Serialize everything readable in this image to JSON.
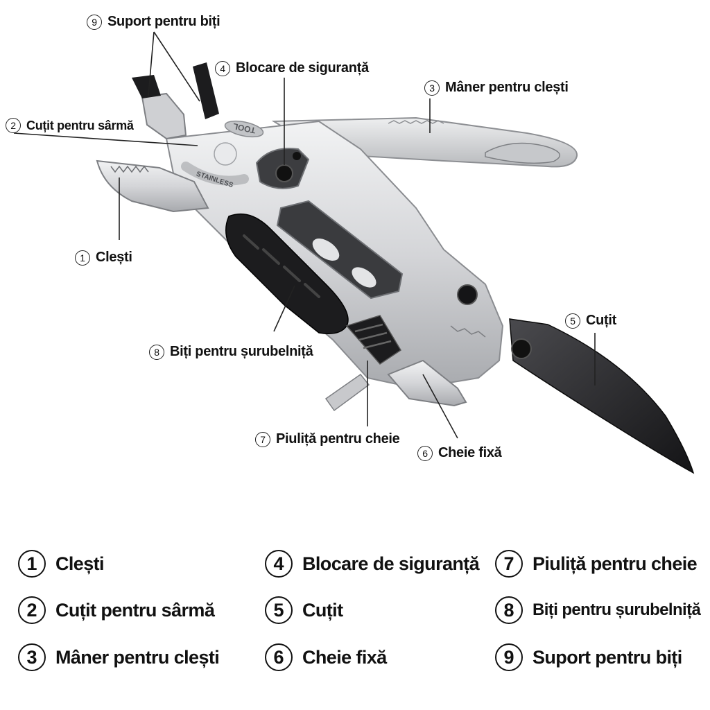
{
  "parts": [
    {
      "n": "1",
      "label": "Clești"
    },
    {
      "n": "2",
      "label": "Cuțit pentru sârmă"
    },
    {
      "n": "3",
      "label": "Mâner pentru clești"
    },
    {
      "n": "4",
      "label": "Blocare de siguranță"
    },
    {
      "n": "5",
      "label": "Cuțit"
    },
    {
      "n": "6",
      "label": "Cheie fixă"
    },
    {
      "n": "7",
      "label": "Piuliță pentru cheie"
    },
    {
      "n": "8",
      "label": "Biți pentru șurubelniță"
    },
    {
      "n": "9",
      "label": "Suport pentru biți"
    }
  ],
  "engraving": {
    "tool": "TOOL",
    "stainless": "STAINLESS"
  },
  "colors": {
    "steel": "#d9dadc",
    "steel_dark": "#9b9da1",
    "grip": "#1c1c1e",
    "blade": "#2b2b2e",
    "line": "#222222"
  }
}
